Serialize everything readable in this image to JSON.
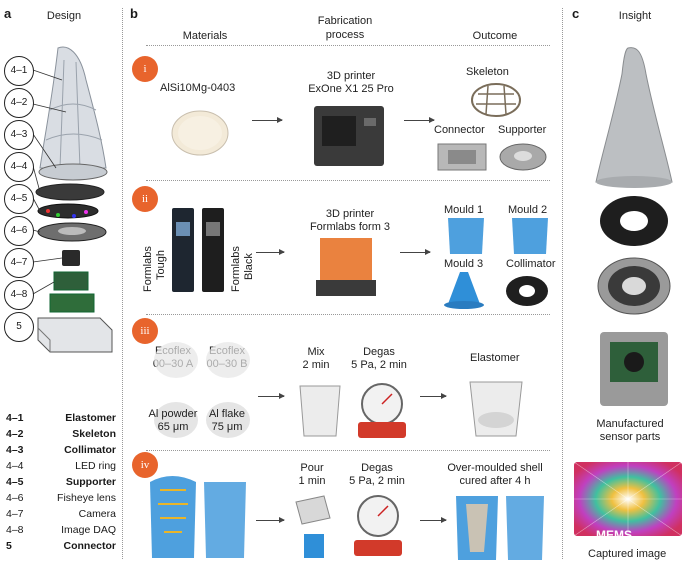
{
  "panels": {
    "a": "a",
    "b": "b",
    "c": "c"
  },
  "headers": {
    "design": "Design",
    "materials": "Materials",
    "fabrication_line1": "Fabrication",
    "fabrication_line2": "process",
    "outcome": "Outcome",
    "insight": "Insight"
  },
  "design_callouts": [
    "4–1",
    "4–2",
    "4–3",
    "4–4",
    "4–5",
    "4–6",
    "4–7",
    "4–8",
    "5"
  ],
  "legend": [
    {
      "num": "4–1",
      "name": "Elastomer",
      "bold": true
    },
    {
      "num": "4–2",
      "name": "Skeleton",
      "bold": true
    },
    {
      "num": "4–3",
      "name": "Collimator",
      "bold": true
    },
    {
      "num": "4–4",
      "name": "LED ring",
      "bold": false
    },
    {
      "num": "4–5",
      "name": "Supporter",
      "bold": true
    },
    {
      "num": "4–6",
      "name": "Fisheye lens",
      "bold": false
    },
    {
      "num": "4–7",
      "name": "Camera",
      "bold": false
    },
    {
      "num": "4–8",
      "name": "Image DAQ",
      "bold": false
    },
    {
      "num": "5",
      "name": "Connector",
      "bold": true
    }
  ],
  "rows": {
    "i": {
      "numeral": "i",
      "material": "AlSi10Mg-0403",
      "process_line1": "3D printer",
      "process_line2": "ExOne X1 25 Pro",
      "out_skeleton": "Skeleton",
      "out_connector": "Connector",
      "out_supporter": "Supporter"
    },
    "ii": {
      "numeral": "ii",
      "mat_a_line1": "Formlabs",
      "mat_a_line2": "Tough",
      "mat_b_line1": "Formlabs",
      "mat_b_line2": "Black",
      "process_line1": "3D printer",
      "process_line2": "Formlabs form 3",
      "mould1": "Mould 1",
      "mould2": "Mould 2",
      "mould3": "Mould 3",
      "collimator": "Collimator"
    },
    "iii": {
      "numeral": "iii",
      "ecoflex_a_1": "Ecoflex",
      "ecoflex_a_2": "00–30 A",
      "ecoflex_b_1": "Ecoflex",
      "ecoflex_b_2": "00–30 B",
      "al_powder_1": "Al powder",
      "al_powder_2": "65 μm",
      "al_flake_1": "Al flake",
      "al_flake_2": "75 μm",
      "mix_1": "Mix",
      "mix_2": "2 min",
      "degas_1": "Degas",
      "degas_2": "5 Pa, 2 min",
      "outcome": "Elastomer"
    },
    "iv": {
      "numeral": "iv",
      "pour_1": "Pour",
      "pour_2": "1 min",
      "degas_1": "Degas",
      "degas_2": "5 Pa, 2 min",
      "outcome_1": "Over-moulded shell",
      "outcome_2": "cured after 4 h"
    }
  },
  "insight": {
    "parts_line1": "Manufactured",
    "parts_line2": "sensor parts",
    "captured": "Captured image",
    "watermark": "MEMS"
  },
  "colors": {
    "accent": "#e8642c",
    "blue": "#2f8fd8",
    "orange": "#e07a20"
  }
}
